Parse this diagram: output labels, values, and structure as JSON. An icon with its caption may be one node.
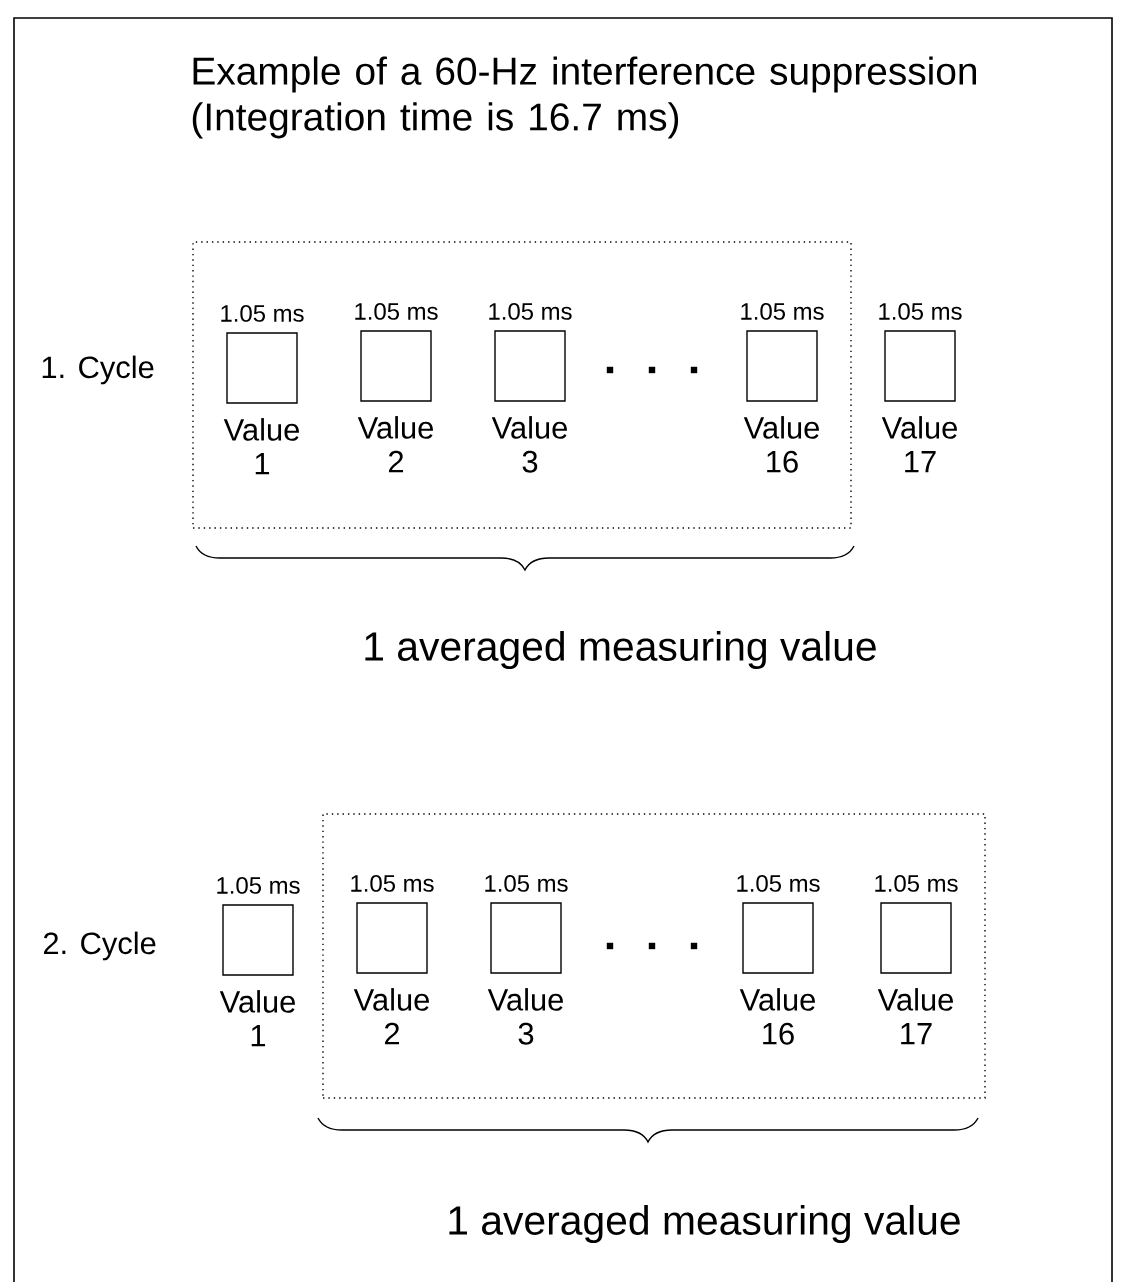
{
  "diagram": {
    "title": "Example of a 60-Hz interference suppression (Integration time is 16.7 ms)",
    "nodes": [
      {
        "text": [],
        "shape": "box"
      },
      {
        "text": [
          "1.05 ms",
          "Value 1"
        ],
        "in": 0
      },
      {
        "text": [
          "1.05 ms",
          "Value 2"
        ],
        "in": 0
      },
      {
        "text": [
          "1.05 ms",
          "Value 3"
        ],
        "in": 0
      },
      {
        "text": [
          "1.05 ms",
          "Value 16"
        ],
        "in": 0
      },
      {
        "text": [
          "1.05 ms",
          "Value 17"
        ]
      },
      {
        "text": [
          "1.05 ms",
          "Value 1"
        ]
      },
      {
        "text": [],
        "shape": "box"
      },
      {
        "text": [
          "1.05 ms",
          "Value 2"
        ],
        "in": 7
      },
      {
        "text": [
          "1.05 ms",
          "Value 3"
        ],
        "in": 7
      },
      {
        "text": [
          "1.05 ms",
          "Value 16"
        ],
        "in": 7
      },
      {
        "text": [
          "1.05 ms",
          "Value 17"
        ],
        "in": 7
      }
    ],
    "labels": [
      "1. Cycle",
      "1 averaged measuring value",
      "2. Cycle",
      "1 averaged measuring value"
    ]
  }
}
